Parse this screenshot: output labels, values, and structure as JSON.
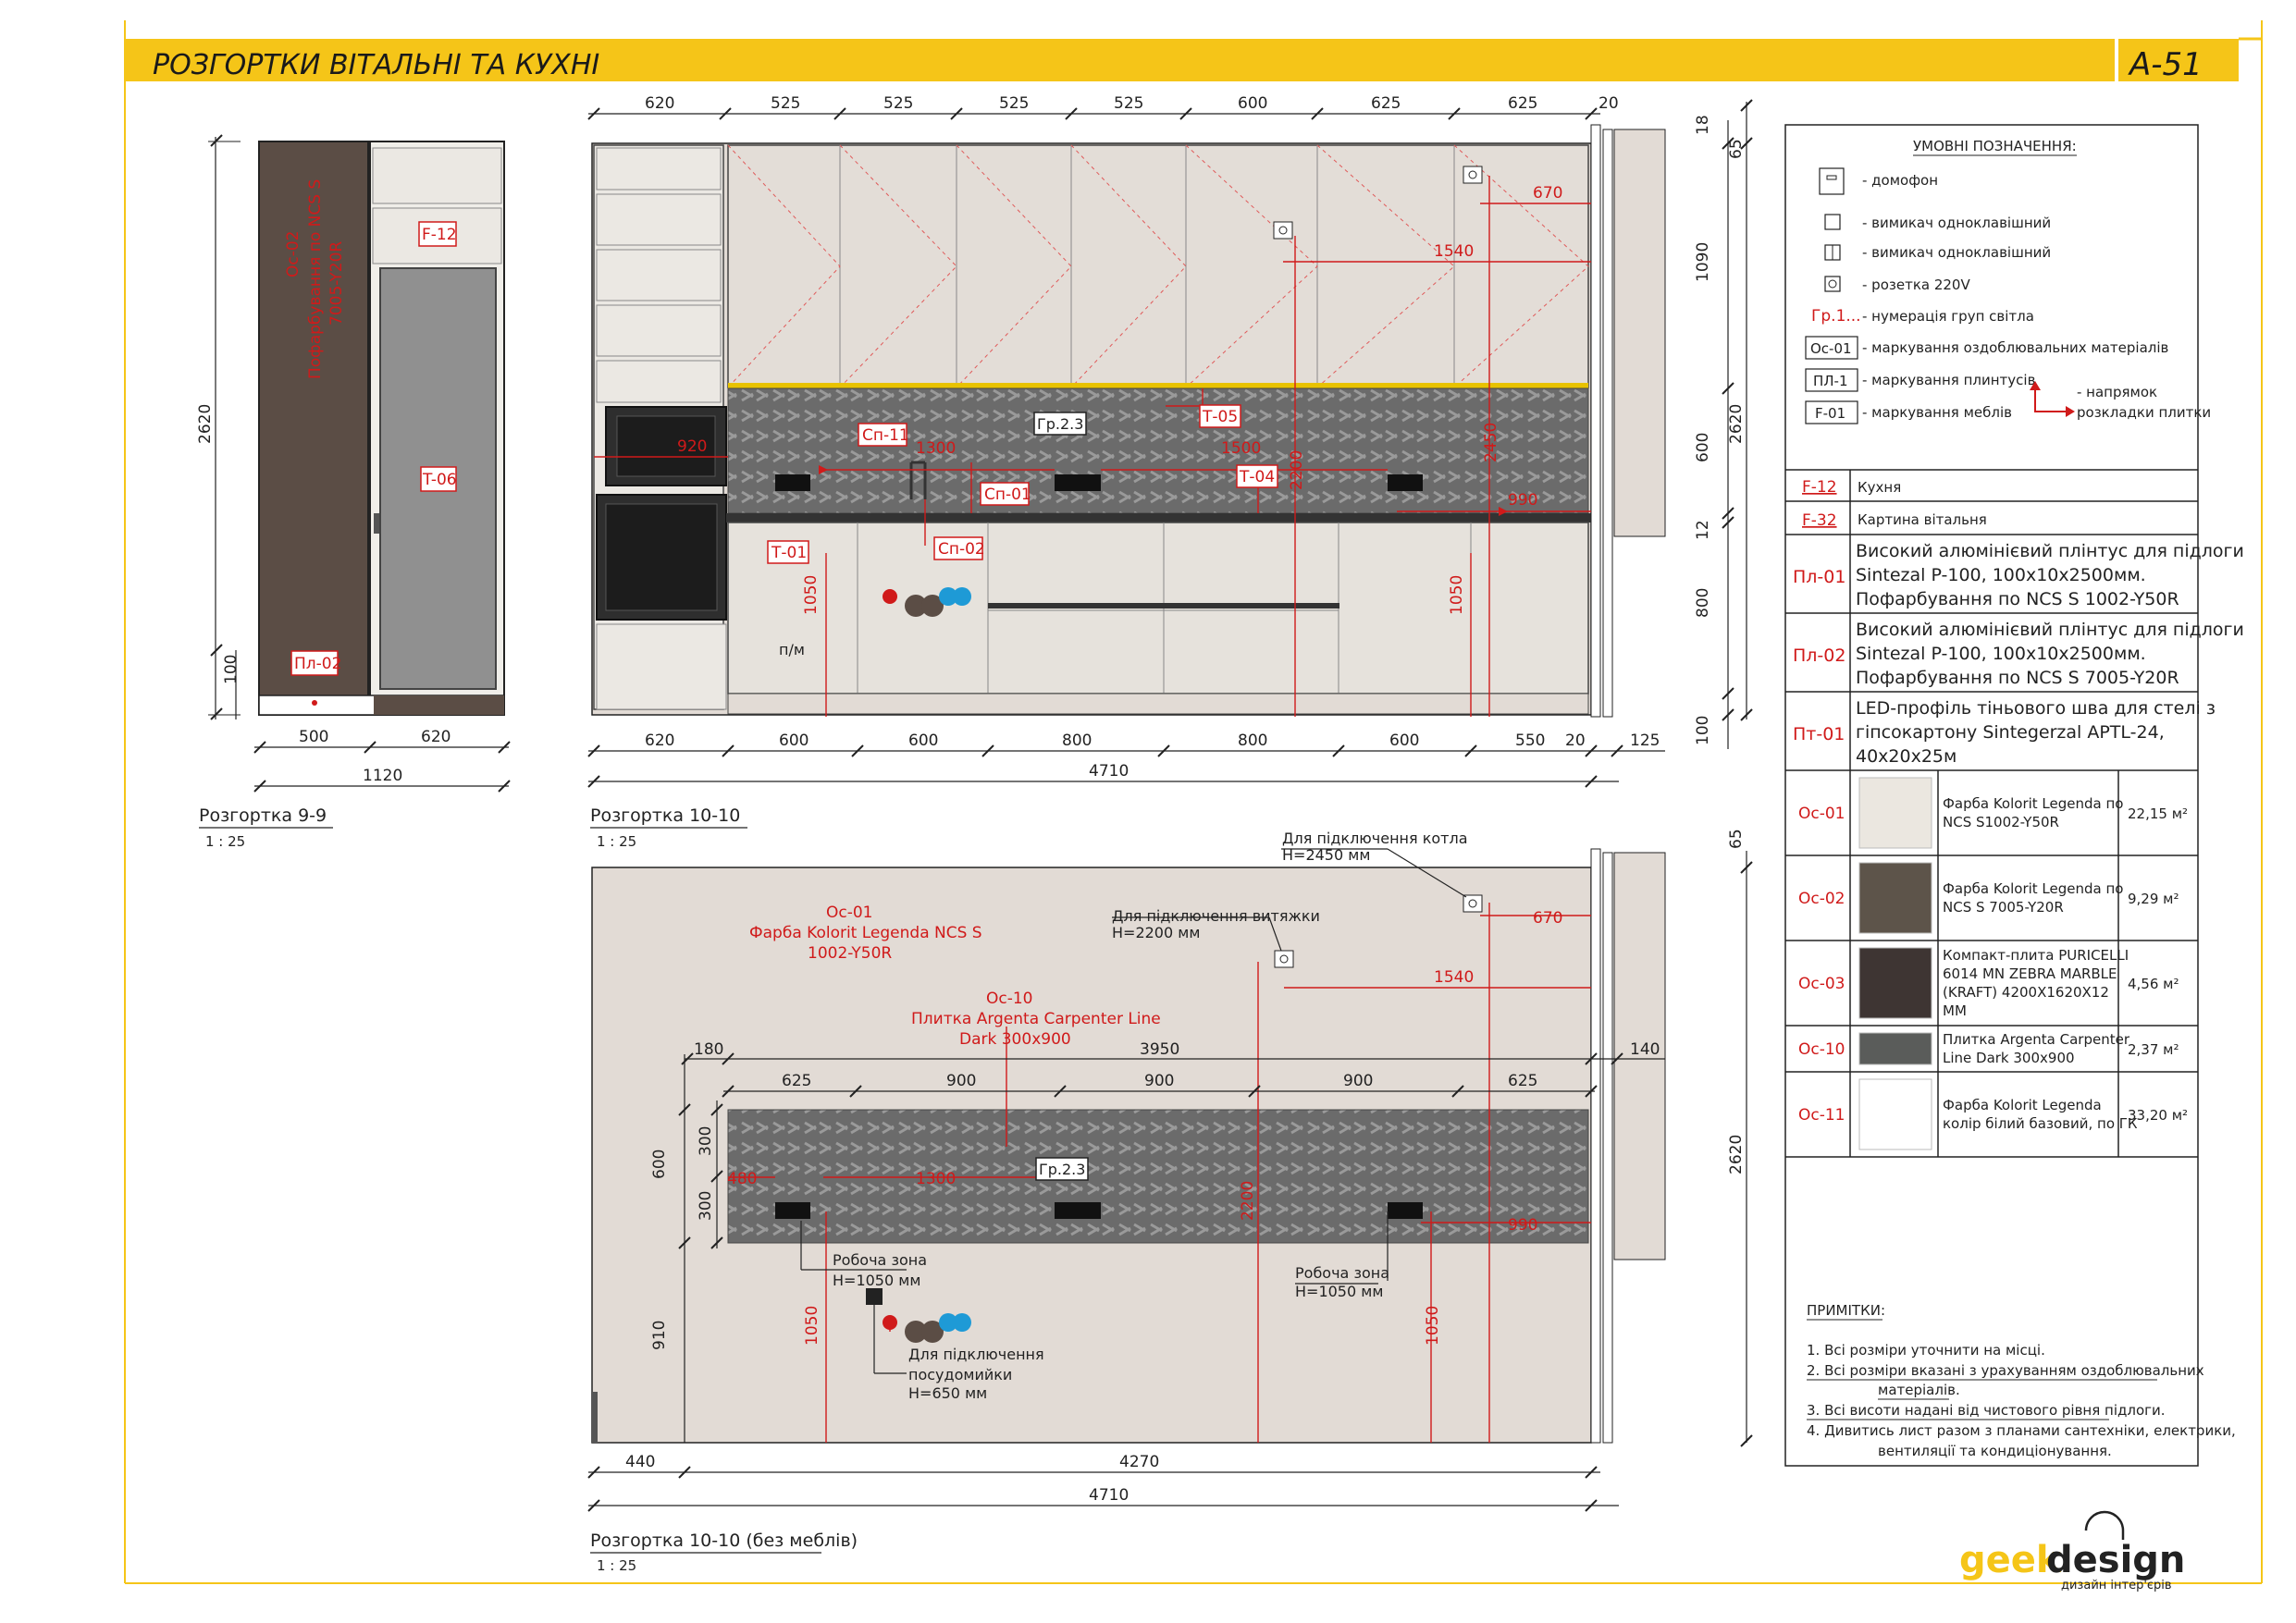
{
  "header": {
    "title": "РОЗГОРТКИ ВІТАЛЬНІ ТА КУХНІ",
    "code": "А-51",
    "accent": "#f5c518"
  },
  "views": {
    "v99": {
      "label": "Розгортка 9-9",
      "scale": "1 : 25"
    },
    "v1010": {
      "label": "Розгортка 10-10",
      "scale": "1 : 25"
    },
    "v1010b": {
      "label": "Розгортка 10-10 (без меблів)",
      "scale": "1 : 25"
    }
  },
  "dims_9": {
    "top_bottom": [
      "500",
      "620"
    ],
    "total": "1120",
    "left_total": "2620",
    "left_base": "100"
  },
  "tags_9": {
    "f12": "F-12",
    "t06": "T-06",
    "pl02": "Пл-02",
    "os02_a": "Ос-02",
    "os02_b": "Пофарбування по NCS S",
    "os02_c": "7005-Y20R"
  },
  "dims_10_top": [
    "620",
    "525",
    "525",
    "525",
    "525",
    "600",
    "625",
    "625",
    "20"
  ],
  "dims_10_bottom": [
    "620",
    "600",
    "600",
    "800",
    "800",
    "600",
    "550",
    "20",
    "125"
  ],
  "dims_10_total": "4710",
  "dims_10_right": [
    "18",
    "65",
    "1090",
    "600",
    "12",
    "800",
    "100",
    "2620"
  ],
  "tags_10": {
    "sp11": "Сп-11",
    "sp01": "Сп-01",
    "sp02": "Сп-02",
    "t01": "Т-01",
    "t04": "Т-04",
    "t05": "Т-05",
    "gr23": "Гр.2.3",
    "pm": "п/м",
    "d920": "920",
    "d1300": "1300",
    "d1500": "1500",
    "d2200": "2200",
    "d2450": "2450",
    "d670": "670",
    "d1540": "1540",
    "d990": "990",
    "d1050a": "1050",
    "d1050b": "1050"
  },
  "bottom_view": {
    "os01_a": "Ос-01",
    "os01_b": "Фарба Kolorit Legenda NCS S",
    "os01_c": "1002-Y50R",
    "os10_a": "Ос-10",
    "os10_b": "Плитка Argenta Carpenter Line",
    "os10_c": "Dark 300х900",
    "boiler_a": "Для підключення котла",
    "boiler_b": "Н=2450 мм",
    "hood_a": "Для підключення витяжки",
    "hood_b": "Н=2200 мм",
    "work1_a": "Робоча зона",
    "work1_b": "Н=1050 мм",
    "work2_a": "Робоча зона",
    "work2_b": "Н=1050 мм",
    "dish_a": "Для підключення",
    "dish_b": "посудомийки",
    "dish_c": "Н=650 мм",
    "gr23": "Гр.2.3",
    "dims_top": [
      "180",
      "3950",
      "140"
    ],
    "dims_tiles": [
      "625",
      "900",
      "900",
      "900",
      "625"
    ],
    "d670": "670",
    "d1540": "1540",
    "d480": "480",
    "d1300": "1300",
    "d2200": "2200",
    "d990": "990",
    "d1050a": "1050",
    "d1050b": "1050",
    "left_dims": [
      "600",
      "300",
      "300",
      "910"
    ],
    "right_dims": [
      "65",
      "2620"
    ],
    "bottom_dims": [
      "440",
      "4270"
    ],
    "total": "4710"
  },
  "legend": {
    "title": "УМОВНІ ПОЗНАЧЕННЯ:",
    "items": [
      "- домофон",
      "- вимикач одноклавішний",
      "- вимикач одноклавішний",
      "- розетка 220V",
      "- нумерація груп світла",
      "- маркування оздоблювальних матеріалів",
      "- маркування плинтусів",
      "- маркування меблів"
    ],
    "sym_gr": "Гр.1...",
    "sym_os": "Ос-01",
    "sym_pl": "ПЛ-1",
    "sym_f": "F-01",
    "arrow_a": "- напрямок",
    "arrow_b": "розкладки плитки"
  },
  "spec": [
    {
      "code": "F-12",
      "text": [
        "Кухня"
      ]
    },
    {
      "code": "F-32",
      "text": [
        "Картина вітальня"
      ]
    },
    {
      "code": "Пл-01",
      "text": [
        "Високий алюмінієвий плінтус для підлоги",
        "Sintezal P-100, 100х10х2500мм.",
        "Пофарбування по NCS S 1002-Y50R"
      ]
    },
    {
      "code": "Пл-02",
      "text": [
        "Високий алюмінієвий плінтус для підлоги",
        "Sintezal P-100, 100х10х2500мм.",
        "Пофарбування по NCS S 7005-Y20R"
      ]
    },
    {
      "code": "Пт-01",
      "text": [
        "LED-профіль тіньового шва для стелі з",
        "гіпсокартону Sintegerzal APTL-24,",
        "40х20х25м"
      ]
    }
  ],
  "materials": [
    {
      "code": "Ос-01",
      "color": "#ebe7e0",
      "text": [
        "Фарба Kolorit Legenda по",
        "NCS S1002-Y50R"
      ],
      "area": "22,15 м²"
    },
    {
      "code": "Ос-02",
      "color": "#5d544a",
      "text": [
        "Фарба Kolorit Legenda по",
        "NCS S 7005-Y20R"
      ],
      "area": "9,29 м²"
    },
    {
      "code": "Ос-03",
      "color": "#3e3533",
      "text": [
        "Компакт-плита PURICELLI",
        "6014 MN ZEBRA MARBLE",
        "(KRAFT) 4200Х1620Х12",
        "ММ"
      ],
      "area": "4,56 м²"
    },
    {
      "code": "Ос-10",
      "color": "#5a5c5a",
      "text": [
        "Плитка Argenta Carpenter",
        "Line Dark 300х900"
      ],
      "area": "2,37 м²"
    },
    {
      "code": "Ос-11",
      "color": "#ffffff",
      "text": [
        "Фарба Kolorit Legenda",
        "колір білий базовий, по ГК"
      ],
      "area": "33,20 м²"
    }
  ],
  "notes": {
    "title": "ПРИМІТКИ:",
    "n1": "1. Всі розміри уточнити на місці.",
    "n2a": "2. Всі розміри вказані з урахуванням оздоблювальних",
    "n2b": "матеріалів.",
    "n3": "3. Всі висоти надані від чистового рівня підлоги.",
    "n4a": "4. Дивитись лист разом з планами сантехніки, електрики,",
    "n4b": "вентиляції та кондиціонування."
  },
  "logo": {
    "brand_a": "geek",
    "brand_b": "design",
    "tagline": "дизайн інтер'єрів"
  }
}
